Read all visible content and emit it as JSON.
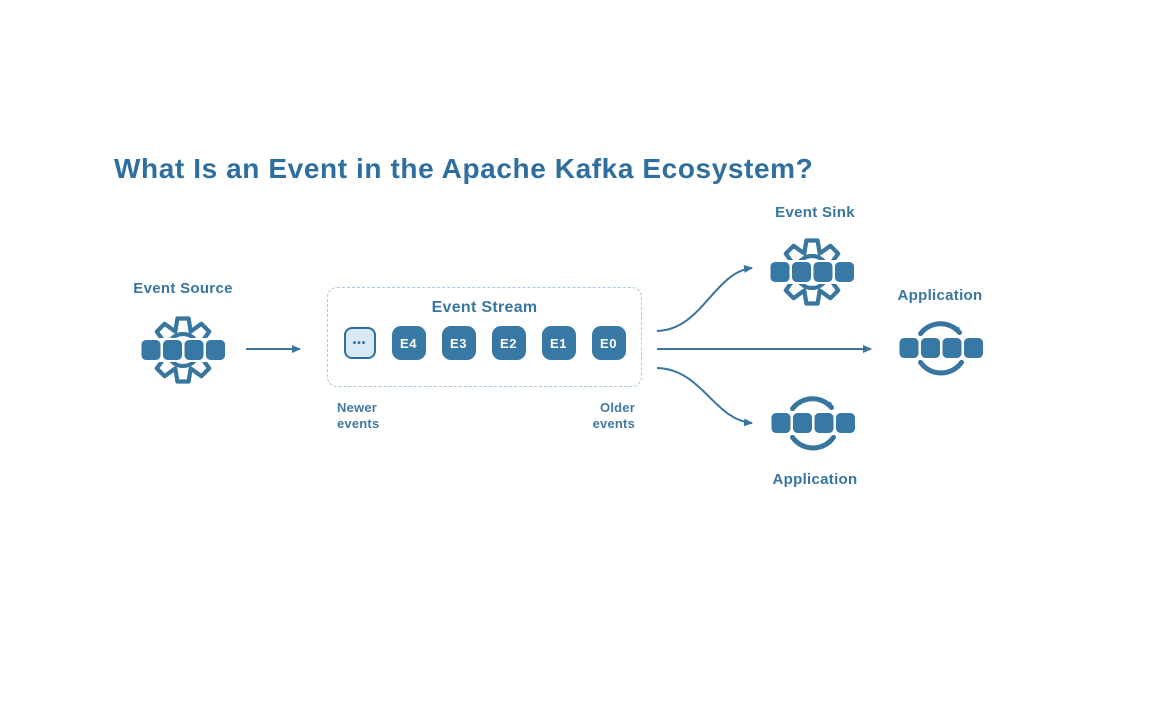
{
  "title": "What Is an Event in the Apache Kafka Ecosystem?",
  "diagram": {
    "event_source": {
      "label": "Event Source",
      "icon": "gear-icon"
    },
    "event_stream": {
      "label": "Event Stream",
      "events": [
        "•••",
        "E4",
        "E3",
        "E2",
        "E1",
        "E0"
      ],
      "newer_label": "Newer\nevents",
      "older_label": "Older\nevents"
    },
    "event_sink": {
      "label": "Event Sink",
      "icon": "gear-icon"
    },
    "application_top": {
      "label": "Application",
      "icon": "cycle-arrows-icon"
    },
    "application_bottom": {
      "label": "Application",
      "icon": "cycle-arrows-icon"
    },
    "colors": {
      "primary_blue": "#3878a5",
      "stroke_blue": "#38759f",
      "title_blue": "#2e6f9f",
      "light_fill": "#d8e9f5",
      "dashed_border": "#a9c7dd",
      "background": "#ffffff"
    }
  }
}
